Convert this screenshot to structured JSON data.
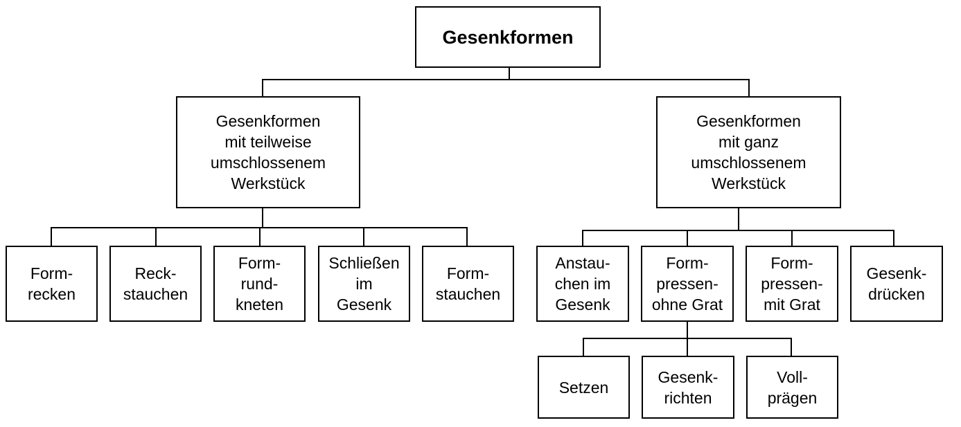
{
  "root": {
    "label": "Gesenkformen"
  },
  "branches": [
    {
      "label": "Gesenkformen\nmit teilweise\numschlossenem\nWerkstück"
    },
    {
      "label": "Gesenkformen\nmit ganz\numschlossenem\nWerkstück"
    }
  ],
  "left_children": [
    {
      "label": "Form-\nrecken"
    },
    {
      "label": "Reck-\nstauchen"
    },
    {
      "label": "Form-\nrund-\nkneten"
    },
    {
      "label": "Schließen\nim\nGesenk"
    },
    {
      "label": "Form-\nstauchen"
    }
  ],
  "right_children": [
    {
      "label": "Anstau-\nchen im\nGesenk"
    },
    {
      "label": "Form-\npressen-\nohne Grat"
    },
    {
      "label": "Form-\npressen-\nmit Grat"
    },
    {
      "label": "Gesenk-\ndrücken"
    }
  ],
  "sub_children": [
    {
      "label": "Setzen"
    },
    {
      "label": "Gesenk-\nrichten"
    },
    {
      "label": "Voll-\nprägen"
    }
  ]
}
